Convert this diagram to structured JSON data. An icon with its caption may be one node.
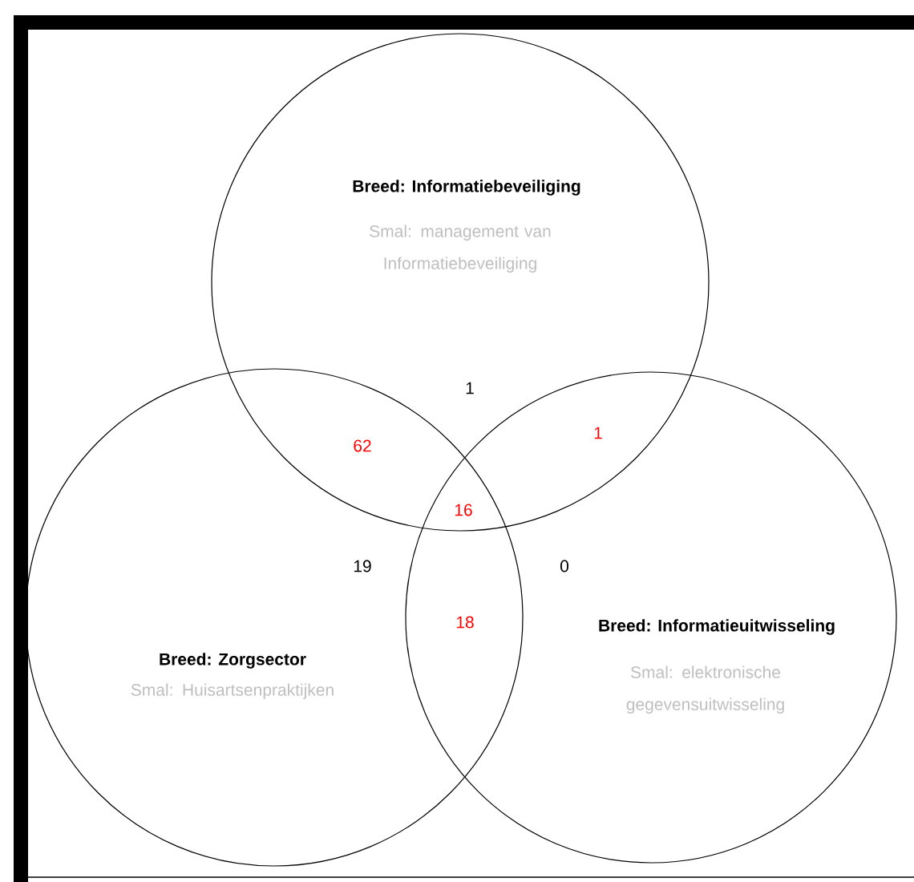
{
  "diagram": {
    "nodes": [
      {
        "text": [
          "Breed: Informatiebeveiliging",
          "Smal: management van Informatiebeveiliging"
        ]
      },
      {
        "text": [
          "Breed: Zorgsector",
          "Smal: Huisartsenpraktijken"
        ]
      },
      {
        "text": [
          "Breed: Informatieuitwisseling",
          "Smal: elektronische gegevensuitwisseling"
        ]
      }
    ],
    "labels": [
      "1",
      "62",
      "1",
      "16",
      "19",
      "0",
      "18"
    ]
  }
}
